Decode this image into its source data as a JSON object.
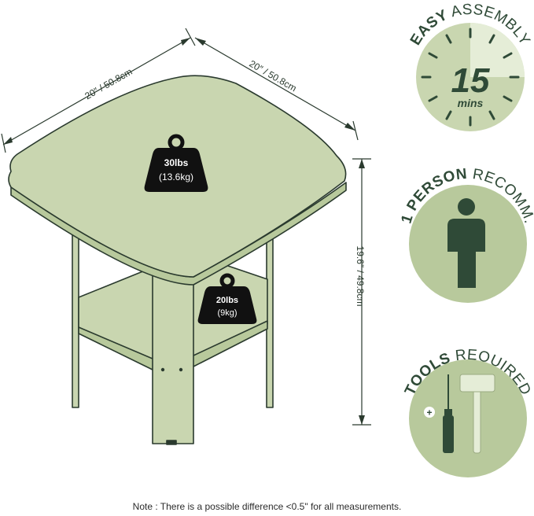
{
  "colors": {
    "sage_light": "#c9d6b0",
    "sage": "#b8c99c",
    "sage_pale": "#e5edd7",
    "dark_green": "#2f4a37",
    "outline": "#2a3a2e",
    "weight_black": "#111111"
  },
  "dimensions": {
    "width_left": "20″ / 50.8cm",
    "width_right": "20″ / 50.8cm",
    "height": "19.6″ / 49.8cm"
  },
  "weights": {
    "top": {
      "line1": "30lbs",
      "line2": "(13.6kg)",
      "icon": "weight-icon"
    },
    "shelf": {
      "line1": "20lbs",
      "line2": "(9kg)",
      "icon": "weight-icon"
    }
  },
  "badges": {
    "assembly": {
      "bold": "EASY",
      "rest": " ASSEMBLY",
      "number": "15",
      "unit": "mins",
      "icon": "clock-icon"
    },
    "people": {
      "bold": "1 PERSON",
      "rest": " RECOMM.",
      "icon": "person-icon"
    },
    "tools": {
      "bold": "TOOLS",
      "rest": " REQUIRED",
      "icon": "tools-icon",
      "plus": "+"
    }
  },
  "note": "Note : There is a possible difference <0.5\" for all measurements."
}
